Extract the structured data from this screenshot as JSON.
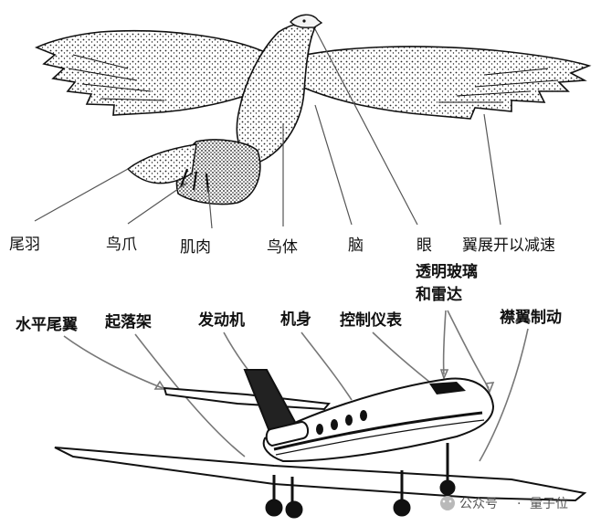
{
  "bird_labels": {
    "tail": "尾羽",
    "claw": "鸟爪",
    "muscle": "肌肉",
    "body": "鸟体",
    "brain": "脑",
    "eye": "眼",
    "wing": "翼展开以减速"
  },
  "plane_labels": {
    "stabilizer": "水平尾翼",
    "gear": "起落架",
    "engine": "发动机",
    "fuselage": "机身",
    "instruments": "控制仪表",
    "glass_line1": "透明玻璃",
    "glass_line2": "和雷达",
    "flaps": "襟翼制动"
  },
  "watermark": {
    "icon": "wechat-icon",
    "source": "公众号",
    "separator": "·",
    "account": "量子位"
  }
}
